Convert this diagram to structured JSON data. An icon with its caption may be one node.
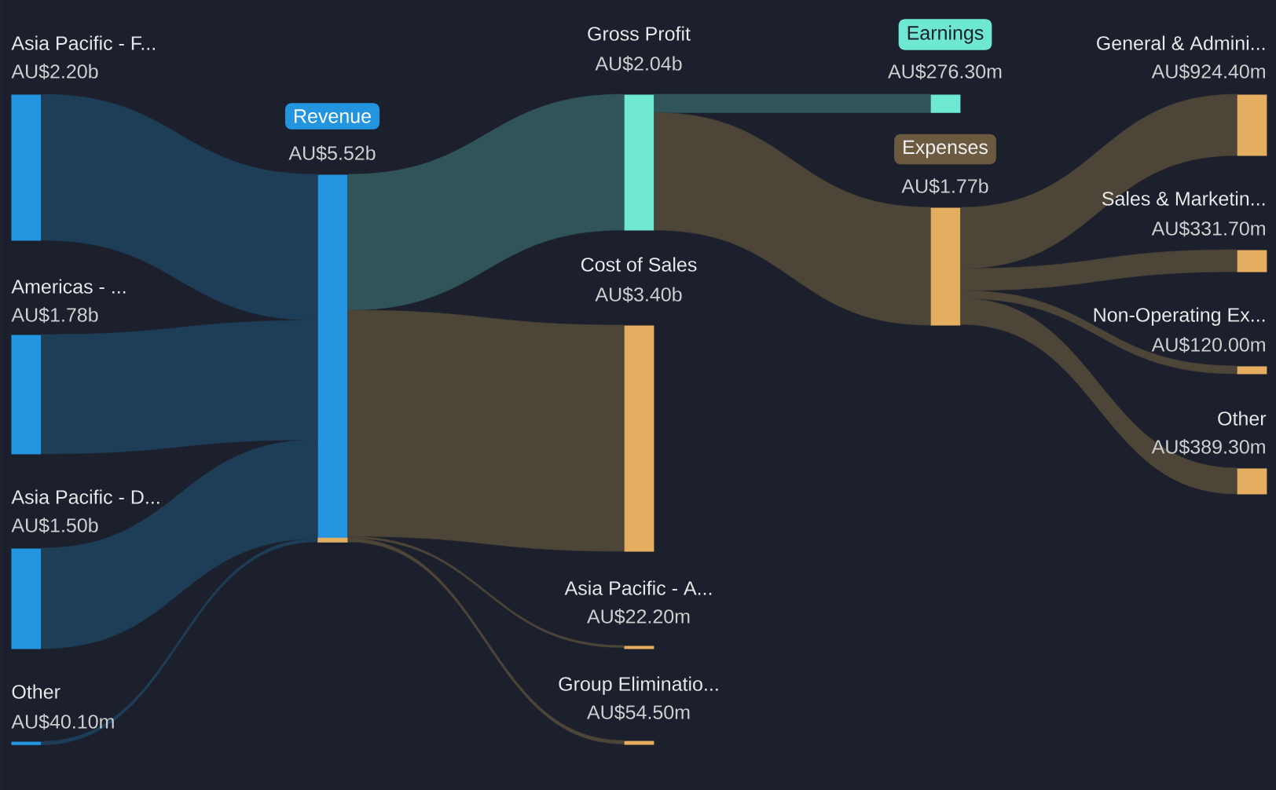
{
  "diagram": {
    "nodes": [
      {
        "text": [
          "Asia Pacific - F...",
          "AU$2.20b"
        ]
      },
      {
        "text": [
          "Americas - ...",
          "AU$1.78b"
        ]
      },
      {
        "text": [
          "Asia Pacific - D...",
          "AU$1.50b"
        ]
      },
      {
        "text": [
          "Other",
          "AU$40.10m"
        ]
      },
      {
        "text": [
          "Revenue",
          "AU$5.52b"
        ]
      },
      {
        "text": [
          "Gross Profit",
          "AU$2.04b"
        ]
      },
      {
        "text": [
          "Cost of Sales",
          "AU$3.40b"
        ]
      },
      {
        "text": [
          "Asia Pacific - A...",
          "AU$22.20m"
        ]
      },
      {
        "text": [
          "Group Eliminatio...",
          "AU$54.50m"
        ]
      },
      {
        "text": [
          "Earnings",
          "AU$276.30m"
        ]
      },
      {
        "text": [
          "Expenses",
          "AU$1.77b"
        ]
      },
      {
        "text": [
          "General & Admini...",
          "AU$924.40m"
        ]
      },
      {
        "text": [
          "Sales & Marketin...",
          "AU$331.70m"
        ]
      },
      {
        "text": [
          "Non-Operating Ex...",
          "AU$120.00m"
        ]
      },
      {
        "text": [
          "Other",
          "AU$389.30m"
        ]
      }
    ],
    "edges": [
      {
        "from": 0,
        "to": 4,
        "arrow": "none",
        "color": "#1e3d56"
      },
      {
        "from": 1,
        "to": 4,
        "arrow": "none",
        "color": "#1e3d56"
      },
      {
        "from": 2,
        "to": 4,
        "arrow": "none",
        "color": "#1e3d56"
      },
      {
        "from": 3,
        "to": 4,
        "arrow": "none",
        "color": "#1e3d56"
      },
      {
        "from": 4,
        "to": 5,
        "arrow": "none",
        "color": "#30545a"
      },
      {
        "from": 4,
        "to": 6,
        "arrow": "none"
      },
      {
        "from": 4,
        "to": 7,
        "arrow": "none"
      },
      {
        "from": 4,
        "to": 8,
        "arrow": "none"
      },
      {
        "from": 5,
        "to": 9,
        "arrow": "none",
        "color": "#30545a"
      },
      {
        "from": 5,
        "to": 10,
        "arrow": "none"
      },
      {
        "from": 10,
        "to": 11,
        "arrow": "none"
      },
      {
        "from": 10,
        "to": 12,
        "arrow": "none"
      },
      {
        "from": 10,
        "to": 13,
        "arrow": "none"
      },
      {
        "from": 10,
        "to": 14,
        "arrow": "none"
      }
    ]
  }
}
